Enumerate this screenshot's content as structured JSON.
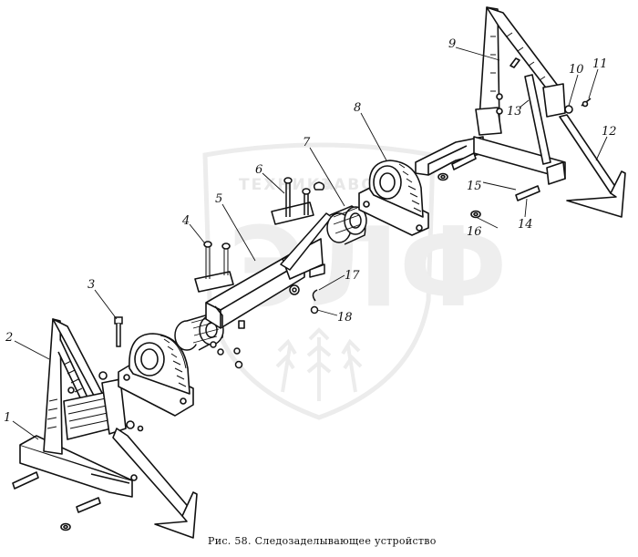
{
  "caption": "Рис. 58. Следозаделывающее устройство",
  "watermark": {
    "top_text": "ТЕХНИКА",
    "top_text_right": "ЗАВОД",
    "letters": "ЭЛФ"
  },
  "callouts": [
    "1",
    "2",
    "3",
    "4",
    "5",
    "6",
    "7",
    "8",
    "9",
    "10",
    "11",
    "12",
    "13",
    "14",
    "15",
    "16",
    "17",
    "18"
  ]
}
